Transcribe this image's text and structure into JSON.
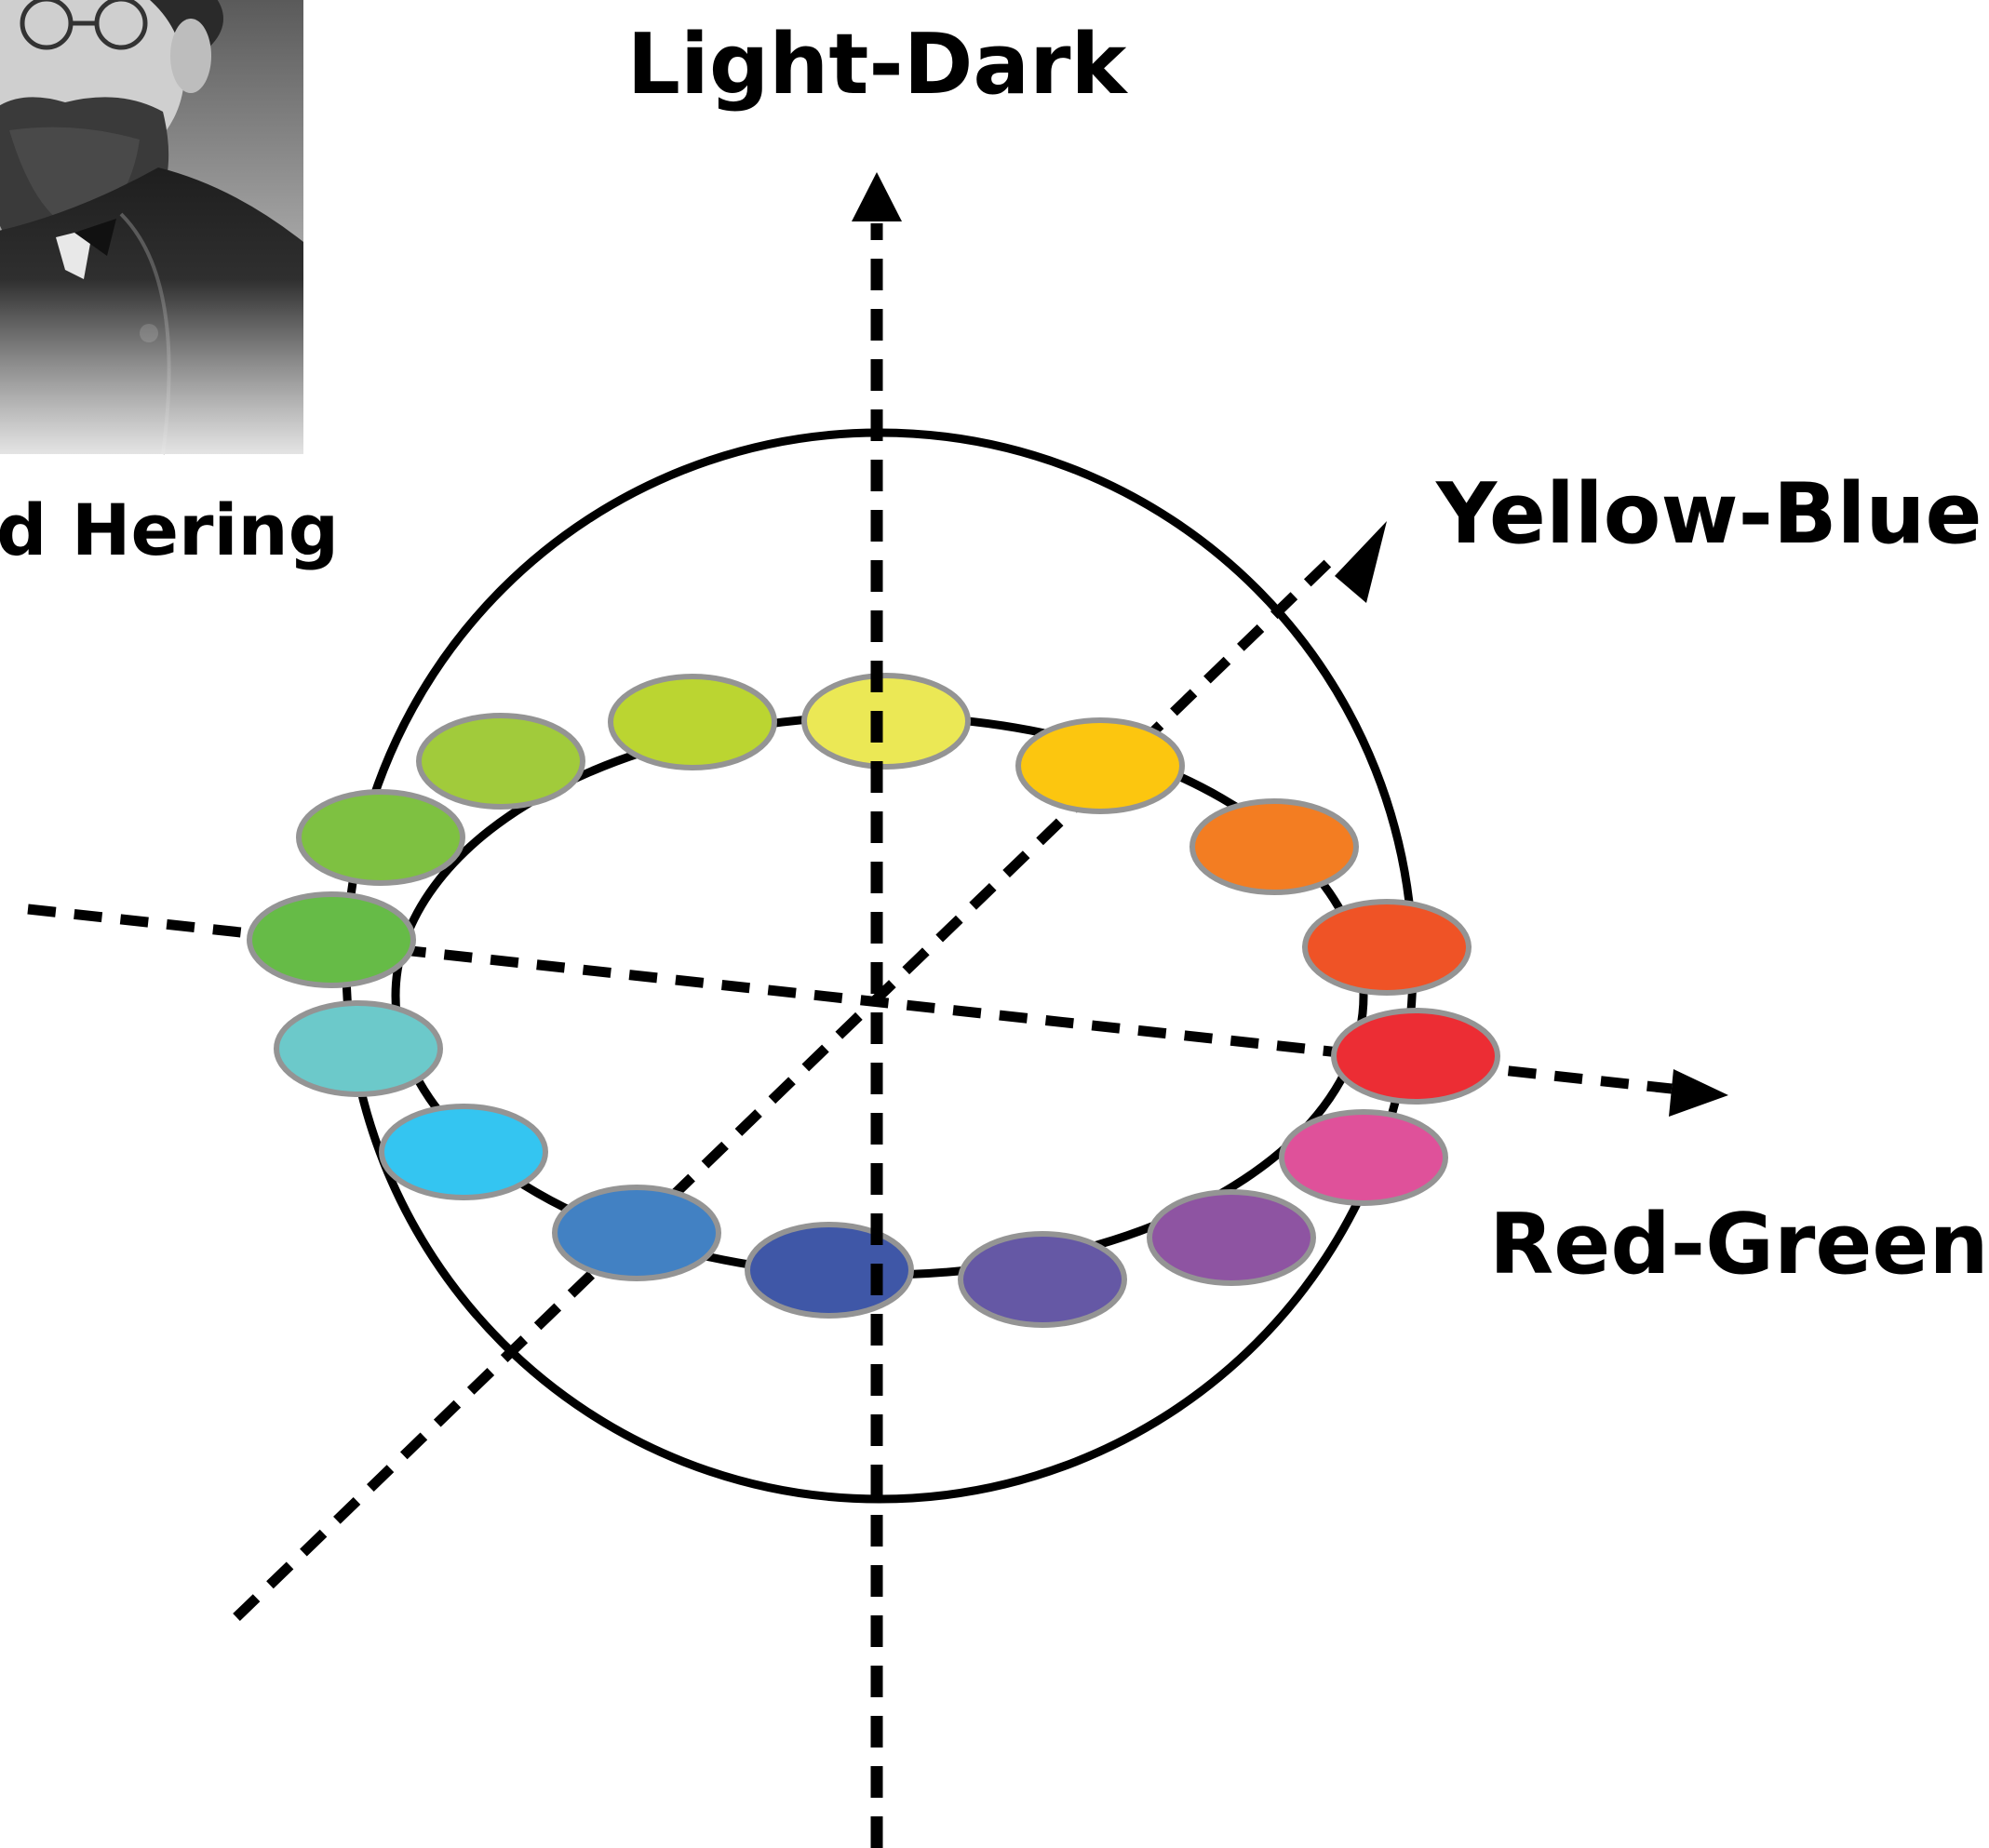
{
  "portrait": {
    "caption": "d Hering",
    "icon": "portrait-photo"
  },
  "axes": {
    "light_dark": {
      "label": "Light-Dark"
    },
    "yellow_blue": {
      "label": "Yellow-Blue"
    },
    "red_green": {
      "label": "Red-Green"
    }
  },
  "hue_ring": {
    "colors": [
      "#ebe855",
      "#fcc60f",
      "#f37d22",
      "#ef5326",
      "#ec2d34",
      "#df519a",
      "#8e54a2",
      "#6558a5",
      "#3f57a7",
      "#4281c3",
      "#34c5f1",
      "#6cc9ca",
      "#66bb47",
      "#7ec141",
      "#a1cb3b",
      "#bbd531"
    ]
  },
  "colors": {
    "line": "#000000",
    "swatch_outline": "#949494",
    "background": "#ffffff"
  }
}
